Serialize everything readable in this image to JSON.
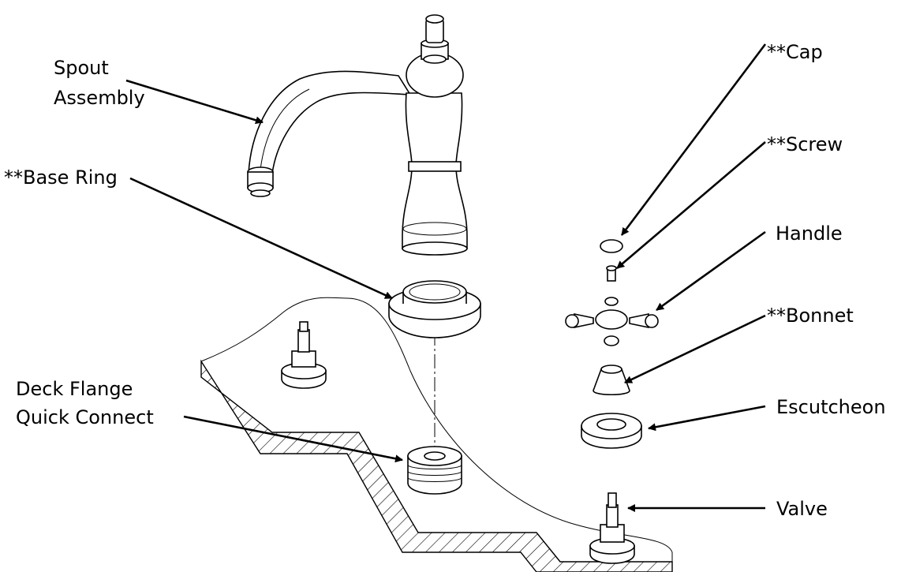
{
  "diagram": {
    "labels": {
      "spout_line1": "Spout",
      "spout_line2": "Assembly",
      "base_ring": "**Base Ring",
      "deck_line1": "Deck Flange",
      "deck_line2": "Quick Connect",
      "cap": "**Cap",
      "screw": "**Screw",
      "handle": "Handle",
      "bonnet": "**Bonnet",
      "escutcheon": "Escutcheon",
      "valve": "Valve"
    }
  }
}
